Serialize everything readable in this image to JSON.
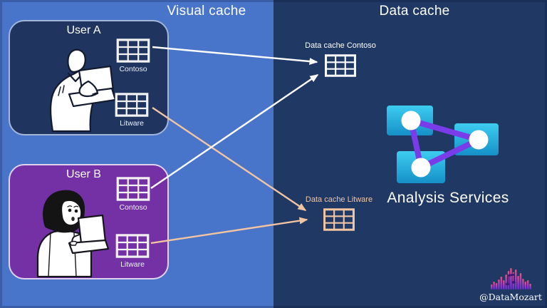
{
  "titles": {
    "visual_cache": "Visual cache",
    "data_cache": "Data cache"
  },
  "users": [
    {
      "name": "User A",
      "tables": [
        "Contoso",
        "Litware"
      ]
    },
    {
      "name": "User B",
      "tables": [
        "Contoso",
        "Litware"
      ]
    }
  ],
  "data_caches": [
    {
      "label": "Data cache Contoso"
    },
    {
      "label": "Data cache Litware"
    }
  ],
  "analysis_services_label": "Analysis Services",
  "watermark": "@DataMozart",
  "icons": {
    "user_table": "table-grid-icon",
    "data_cache_table": "table-grid-icon",
    "analysis_services": "analysis-services-network-icon",
    "person_a": "man-with-laptop-illustration",
    "person_b": "woman-with-laptop-illustration",
    "watermark_logo": "equalizer-music-note-icon"
  },
  "colors": {
    "visual_cache_bg": "#4874C9",
    "data_cache_bg": "#1F3864",
    "user_a_card_bg": "#1F3560",
    "user_b_card_bg": "#7431A6",
    "contoso_line": "#FFFFFF",
    "litware_line": "#F2C5A2",
    "analysis_services_cyan": "#2BBFE8",
    "connector_purple": "#7A3BE8",
    "logo_gradient_top": "#ED5380",
    "logo_gradient_bottom": "#6B2BD8"
  }
}
